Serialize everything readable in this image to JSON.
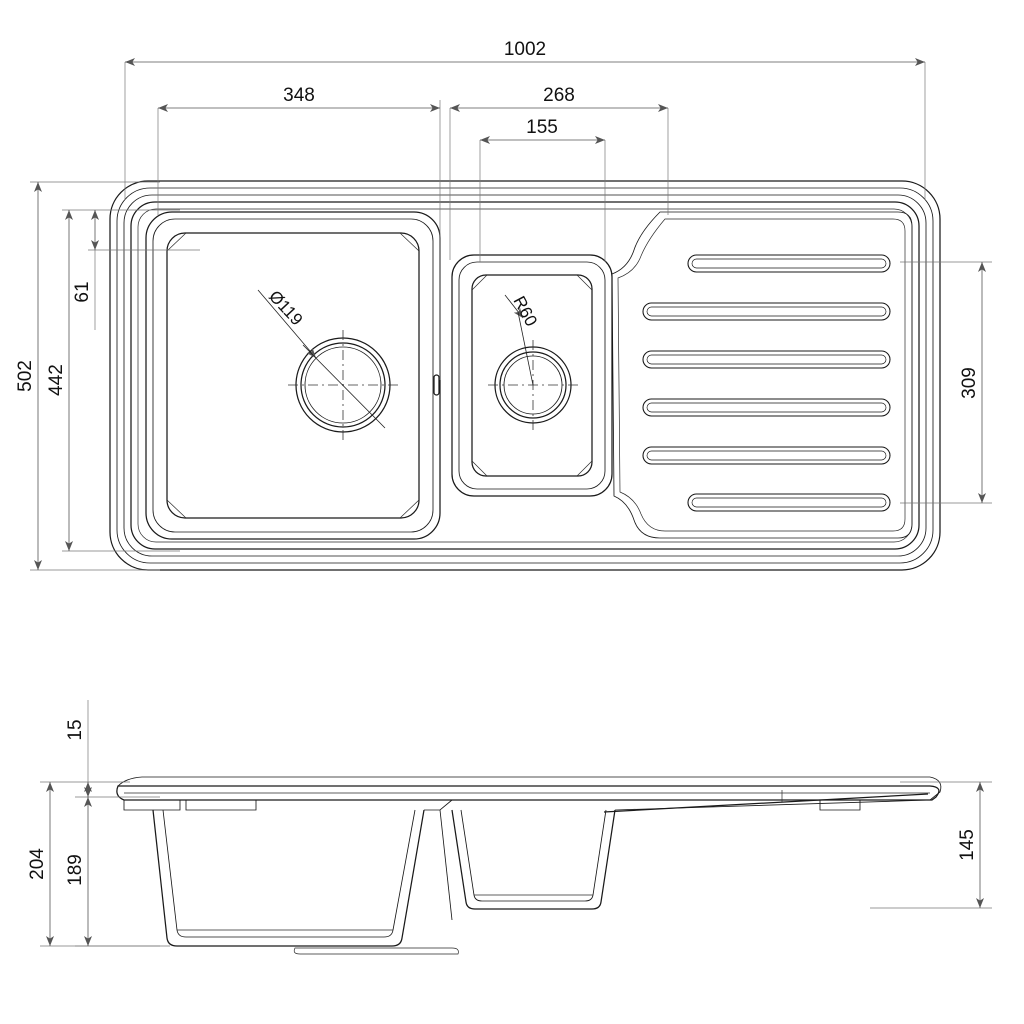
{
  "drawing": {
    "type": "technical-drawing",
    "subject": "kitchen-sink-1.5-bowl-with-drainboard",
    "units": "mm",
    "background_color": "#ffffff",
    "line_color": "#1a1a1a",
    "dim_line_color": "#555555",
    "views": [
      {
        "id": "plan",
        "name": "Plan View (Top)"
      },
      {
        "id": "section",
        "name": "Section / Side Elevation"
      }
    ]
  },
  "plan_view": {
    "dimensions": {
      "overall_width": "1002",
      "main_bowl_width": "348",
      "small_bowl_zone_width": "268",
      "small_bowl_width": "155",
      "overall_depth": "502",
      "inner_depth": "442",
      "rim_offset": "61",
      "drainboard_depth": "309"
    },
    "annotations": {
      "main_drain_label": "Ø119",
      "small_drain_label": "R60"
    },
    "features": {
      "drainboard_rib_count": 6,
      "main_bowl_corner_radius": "R60",
      "main_drain_diameter": "119"
    }
  },
  "section_view": {
    "dimensions": {
      "rim_thickness": "15",
      "overall_height": "204",
      "bowl_depth": "189",
      "drainboard_height": "145"
    }
  },
  "dimension_list": [
    {
      "label": "1002",
      "view": "plan",
      "orientation": "horizontal"
    },
    {
      "label": "348",
      "view": "plan",
      "orientation": "horizontal"
    },
    {
      "label": "268",
      "view": "plan",
      "orientation": "horizontal"
    },
    {
      "label": "155",
      "view": "plan",
      "orientation": "horizontal"
    },
    {
      "label": "502",
      "view": "plan",
      "orientation": "vertical"
    },
    {
      "label": "442",
      "view": "plan",
      "orientation": "vertical"
    },
    {
      "label": "61",
      "view": "plan",
      "orientation": "vertical"
    },
    {
      "label": "309",
      "view": "plan",
      "orientation": "vertical"
    },
    {
      "label": "Ø119",
      "view": "plan",
      "orientation": "leader"
    },
    {
      "label": "R60",
      "view": "plan",
      "orientation": "leader"
    },
    {
      "label": "15",
      "view": "section",
      "orientation": "vertical"
    },
    {
      "label": "204",
      "view": "section",
      "orientation": "vertical"
    },
    {
      "label": "189",
      "view": "section",
      "orientation": "vertical"
    },
    {
      "label": "145",
      "view": "section",
      "orientation": "vertical"
    }
  ]
}
